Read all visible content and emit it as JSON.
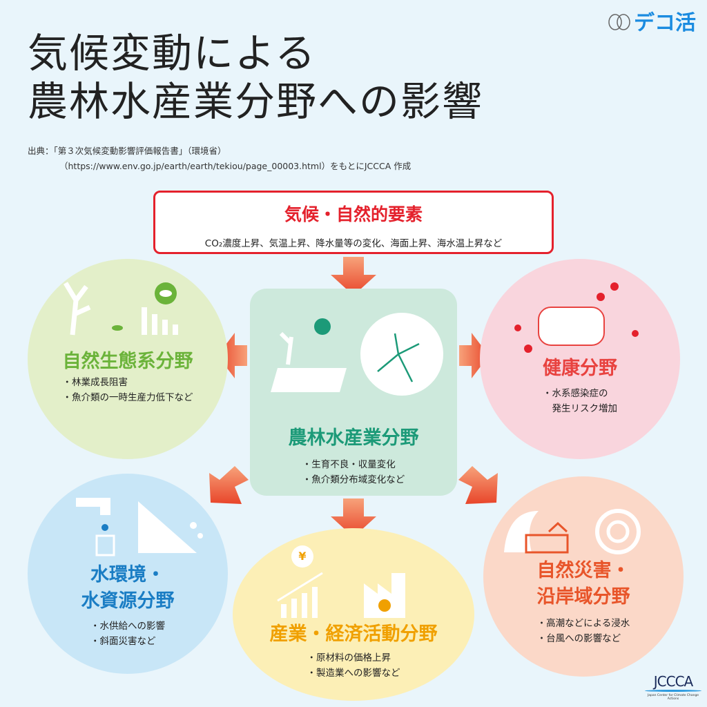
{
  "title": {
    "line1": "気候変動による",
    "line2": "農林水産業分野への影響"
  },
  "source": {
    "line1": "出典：「第３次気候変動影響評価報告書」（環境省）",
    "line2": "（https://www.env.go.jp/earth/earth/tekiou/page_00003.html）をもとにJCCCA 作成"
  },
  "logo": {
    "text": "デコ活"
  },
  "footer_logo": {
    "text": "JCCCA",
    "subtitle": "Japan Center for Climate Change Actions"
  },
  "climate": {
    "title": "気候・自然的要素",
    "desc": "CO₂濃度上昇、気温上昇、降水量等の変化、海面上昇、海水温上昇など"
  },
  "center": {
    "title": "農林水産業分野",
    "items": [
      "・生育不良・収量変化",
      "・魚介類分布域変化など"
    ]
  },
  "eco": {
    "title": "自然生態系分野",
    "items": [
      "・林業成長阻害",
      "・魚介類の一時生産力低下など"
    ]
  },
  "health": {
    "title": "健康分野",
    "items": [
      "・水系感染症の",
      "　発生リスク増加"
    ]
  },
  "water": {
    "title1": "水環境・",
    "title2": "水資源分野",
    "items": [
      "・水供給への影響",
      "・斜面災害など"
    ]
  },
  "industry": {
    "title": "産業・経済活動分野",
    "items": [
      "・原材料の価格上昇",
      "・製造業への影響など"
    ],
    "yen": "¥"
  },
  "disaster": {
    "title1": "自然災害・",
    "title2": "沿岸域分野",
    "items": [
      "・高潮などによる浸水",
      "・台風への影響など"
    ]
  },
  "colors": {
    "eco": "#6bb33a",
    "center": "#1c9a78",
    "health": "#e8423f",
    "water": "#1a7dc4",
    "industry": "#f0a000",
    "disaster": "#e8552a",
    "red": "#e4212c"
  }
}
